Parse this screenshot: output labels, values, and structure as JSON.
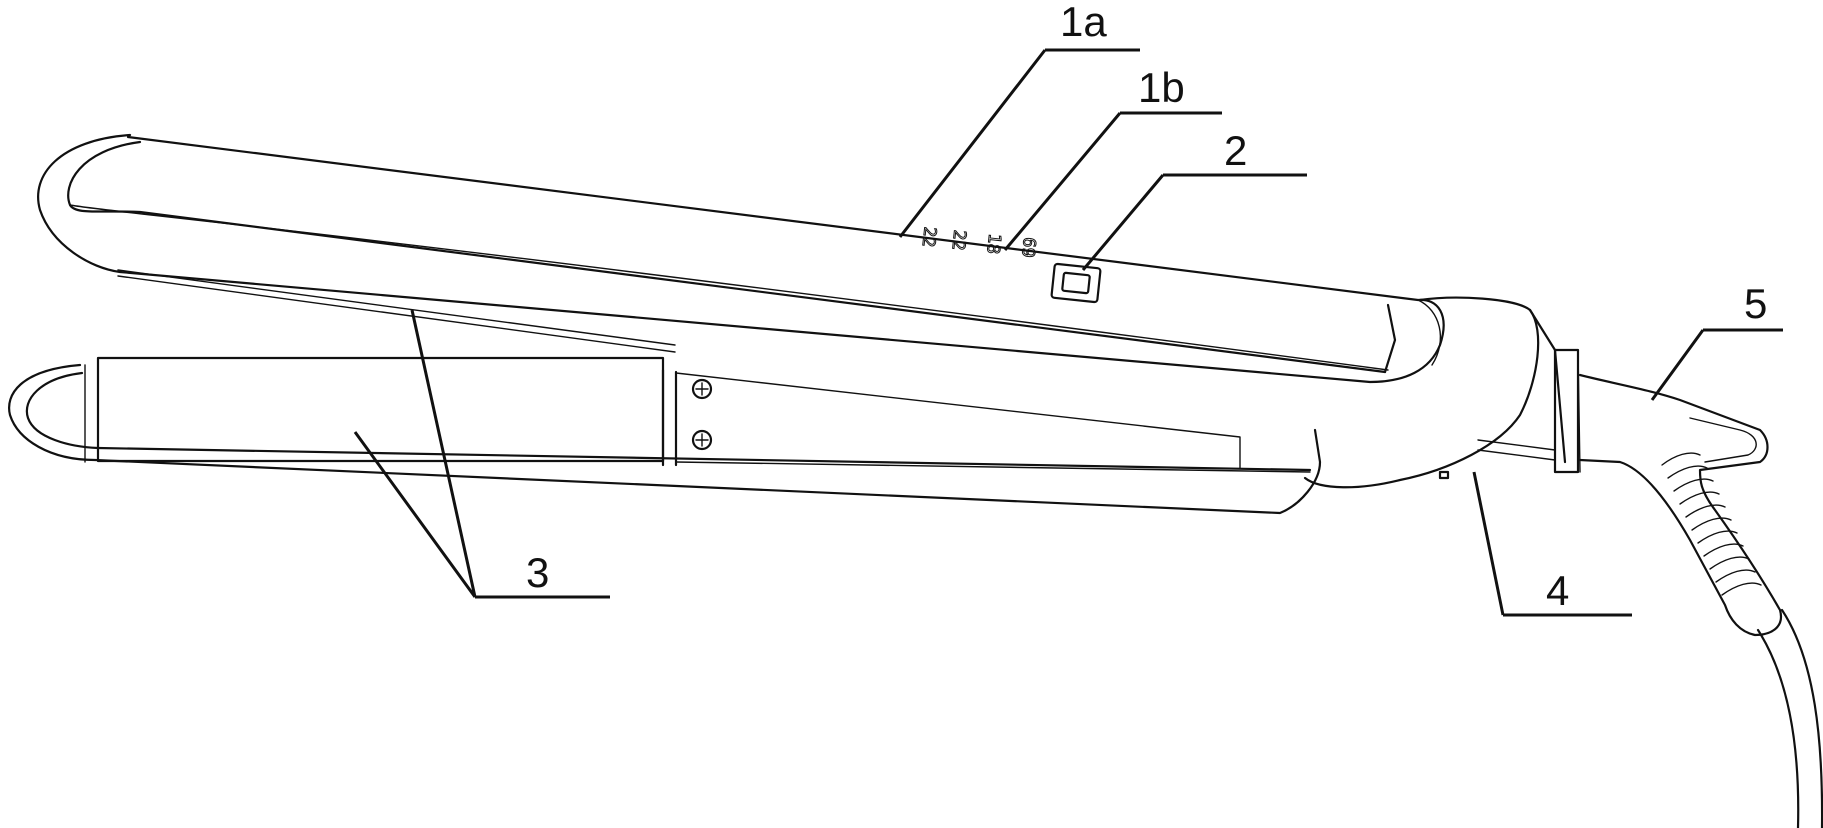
{
  "figure": {
    "labels": {
      "display_a": "1a",
      "display_b": "1b",
      "button": "2",
      "plates": "3",
      "hinge_switch": "4",
      "cord_sleeve": "5"
    },
    "display_readout": [
      "22",
      "22",
      "18",
      "69"
    ]
  }
}
